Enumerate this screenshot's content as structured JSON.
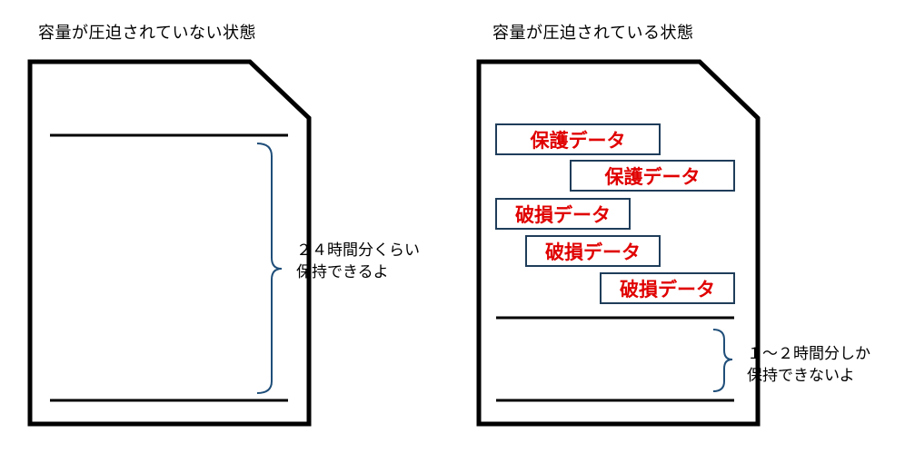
{
  "left_panel": {
    "heading": "容量が圧迫されていない状態",
    "note_line1": "２４時間分くらい",
    "note_line2": "保持できるよ"
  },
  "right_panel": {
    "heading": "容量が圧迫されている状態",
    "data_blocks": [
      {
        "label": "保護データ"
      },
      {
        "label": "保護データ"
      },
      {
        "label": "破損データ"
      },
      {
        "label": "破損データ"
      },
      {
        "label": "破損データ"
      }
    ],
    "note_line1": "１～２時間分しか",
    "note_line2": "保持できないよ"
  },
  "colors": {
    "outline": "#000000",
    "brace": "#1f4e79",
    "block_border": "#1f3d5a",
    "block_text": "#e00000"
  }
}
